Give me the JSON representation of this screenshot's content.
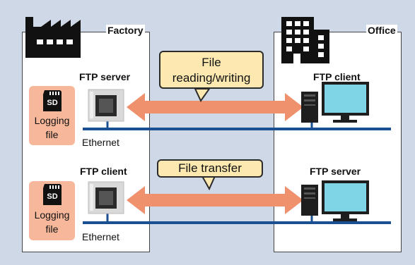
{
  "colors": {
    "background": "#cfd8e6",
    "ethernet": "#1a4f91",
    "arrow": "#f0916e",
    "callout_fill": "#fde9b0",
    "log_fill": "#f6b79a",
    "monitor": "#7fd4e6"
  },
  "sites": {
    "factory": "Factory",
    "office": "Office"
  },
  "top": {
    "factory_role": "FTP server",
    "office_role": "FTP client",
    "callout_line1": "File",
    "callout_line2": "reading/writing",
    "log_line1": "Logging",
    "log_line2": "file",
    "ethernet": "Ethernet"
  },
  "bottom": {
    "factory_role": "FTP client",
    "office_role": "FTP server",
    "callout": "File transfer",
    "log_line1": "Logging",
    "log_line2": "file",
    "ethernet": "Ethernet"
  },
  "sd_label": "SD"
}
